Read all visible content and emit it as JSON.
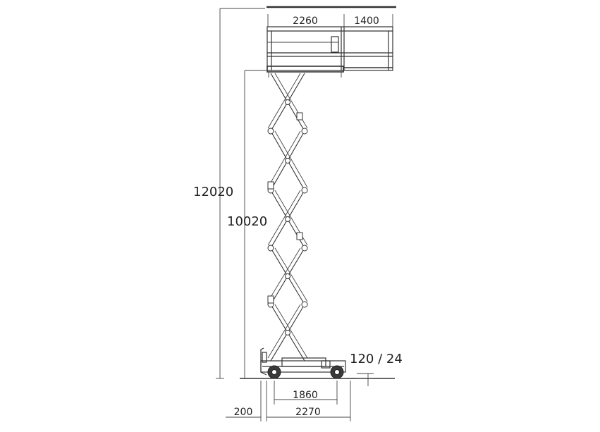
{
  "dimensions": {
    "platform_length": "2260",
    "extension_length": "1400",
    "max_working_height": "12020",
    "max_platform_height": "10020",
    "ground_clearance": "120 / 24",
    "wheelbase": "1860",
    "overall_length": "2270",
    "front_overhang": "200"
  },
  "colors": {
    "line": "#333333",
    "text": "#222222",
    "background": "#ffffff"
  }
}
